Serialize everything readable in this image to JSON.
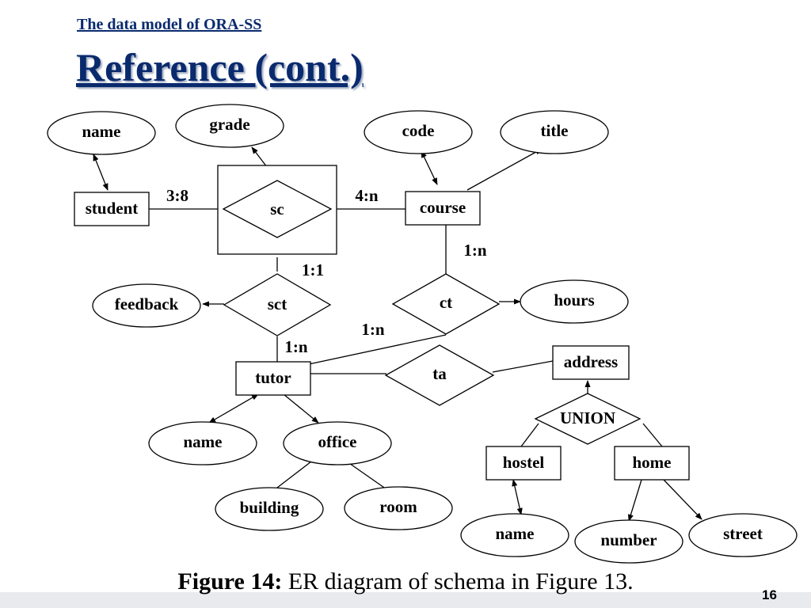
{
  "header": {
    "subtitle": "The data model of ORA-SS",
    "title": "Reference (cont.)"
  },
  "diagram": {
    "objects": {
      "student": "student",
      "course": "course",
      "tutor": "tutor",
      "address": "address",
      "hostel": "hostel",
      "home": "home"
    },
    "relationships": {
      "sc": "sc",
      "sct": "sct",
      "ct": "ct",
      "ta": "ta",
      "union": "UNION"
    },
    "attributes": {
      "student_name": "name",
      "grade": "grade",
      "code": "code",
      "title": "title",
      "feedback": "feedback",
      "hours": "hours",
      "tutor_name": "name",
      "office": "office",
      "building": "building",
      "room": "room",
      "hostel_name": "name",
      "number": "number",
      "street": "street"
    },
    "cardinalities": {
      "student_sc": "3:8",
      "sc_course": "4:n",
      "course_ct": "1:n",
      "sc_sct": "1:1",
      "ct_tutor": "1:n",
      "sct_tutor": "1:n"
    }
  },
  "caption": {
    "label": "Figure 14:",
    "text": " ER diagram of schema in Figure 13."
  },
  "footer": {
    "page_number": "16"
  }
}
